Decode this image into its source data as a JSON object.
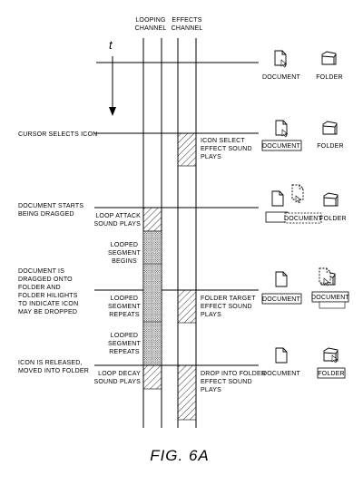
{
  "headers": {
    "looping": [
      "LOOPING",
      "CHANNEL"
    ],
    "effects": [
      "EFFECTS",
      "CHANNEL"
    ]
  },
  "time_label": "t",
  "events": {
    "cursor_selects": [
      "CURSOR SELECTS ICON"
    ],
    "drag_start": [
      "DOCUMENT STARTS",
      "BEING DRAGGED"
    ],
    "drag_onto": [
      "DOCUMENT IS",
      "DRAGGED ONTO",
      "FOLDER AND",
      "FOLDER HILIGHTS",
      "TO INDICATE ICON",
      "MAY BE DROPPED"
    ],
    "released": [
      "ICON IS RELEASED,",
      "MOVED INTO FOLDER"
    ]
  },
  "looping_labels": {
    "attack": [
      "LOOP ATTACK",
      "SOUND PLAYS"
    ],
    "segment_begins": [
      "LOOPED",
      "SEGMENT",
      "BEGINS"
    ],
    "segment_repeats_1": [
      "LOOPED",
      "SEGMENT",
      "REPEATS"
    ],
    "segment_repeats_2": [
      "LOOPED",
      "SEGMENT",
      "REPEATS"
    ],
    "decay": [
      "LOOP DECAY",
      "SOUND PLAYS"
    ]
  },
  "effects_labels": {
    "icon_select": [
      "ICON SELECT",
      "EFFECT SOUND",
      "PLAYS"
    ],
    "folder_target": [
      "FOLDER TARGET",
      "EFFECT SOUND",
      "PLAYS"
    ],
    "drop_into": [
      "DROP INTO FOLDER",
      "EFFECT SOUND",
      "PLAYS"
    ]
  },
  "icon_labels": {
    "document": "DOCUMENT",
    "folder": "FOLDER"
  },
  "caption": "FIG. 6A"
}
